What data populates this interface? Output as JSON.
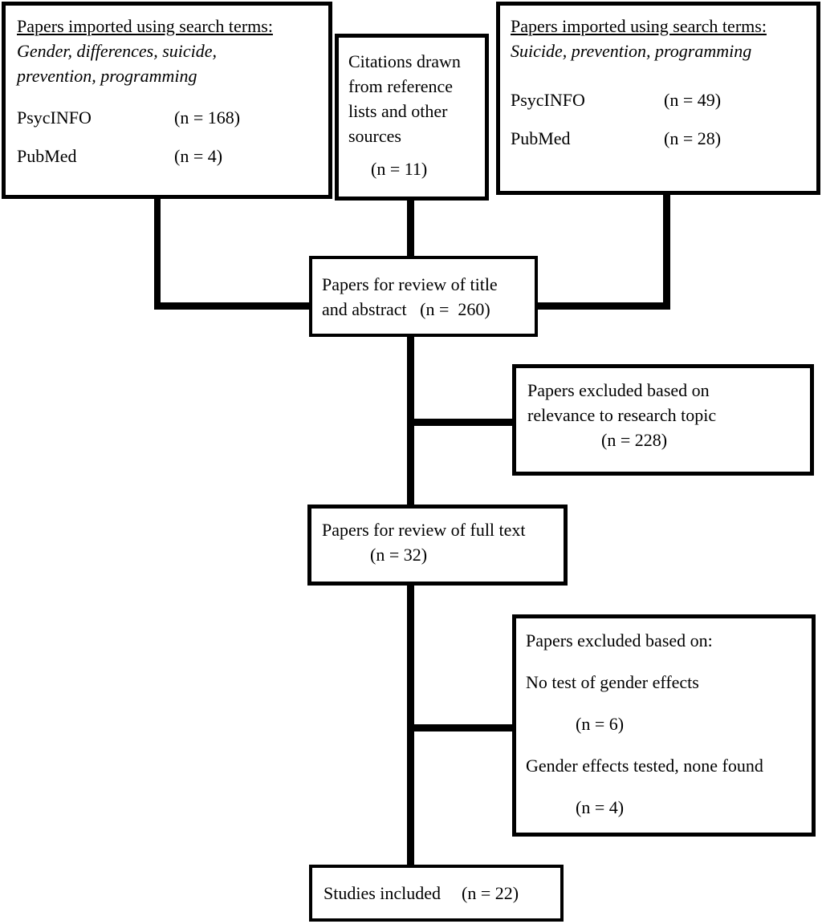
{
  "colors": {
    "line": "#000000",
    "background": "#ffffff",
    "text": "#000000"
  },
  "boxes": {
    "search_left": {
      "title": "Papers imported using search terms:",
      "terms": "Gender, differences, suicide,\nprevention, programming",
      "rows": [
        {
          "source": "PsycINFO",
          "count": "(n = 168)"
        },
        {
          "source": "PubMed",
          "count": "(n = 4)"
        }
      ]
    },
    "citations": {
      "text": "Citations drawn\nfrom reference\nlists and other\nsources",
      "count": "(n = 11)"
    },
    "search_right": {
      "title": "Papers imported using search terms:",
      "terms": "Suicide, prevention, programming",
      "rows": [
        {
          "source": "PsycINFO",
          "count": "(n = 49)"
        },
        {
          "source": "PubMed",
          "count": "(n = 28)"
        }
      ]
    },
    "title_abstract": {
      "text": "Papers for review of title\nand abstract   (n =  260)"
    },
    "excluded_relevance": {
      "text": "Papers excluded based on\nrelevance to research topic",
      "count": "(n = 228)"
    },
    "full_text": {
      "text": "Papers for review of full text",
      "count": "(n = 32)"
    },
    "excluded_full": {
      "heading": "Papers excluded based on:",
      "reason1": "No test of gender effects",
      "count1": "(n = 6)",
      "reason2": "Gender effects tested, none found",
      "count2": "(n = 4)"
    },
    "studies_included": {
      "label": "Studies included",
      "count": "(n = 22)"
    }
  }
}
